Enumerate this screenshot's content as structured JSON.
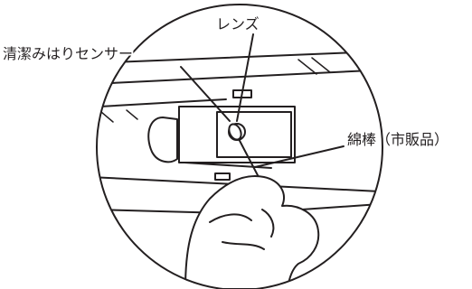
{
  "labels": {
    "sensor": "清潔みはりセンサー",
    "lens": "レンズ",
    "swab": "綿棒（市販品）"
  },
  "colors": {
    "line": "#231f20",
    "background": "#ffffff"
  }
}
